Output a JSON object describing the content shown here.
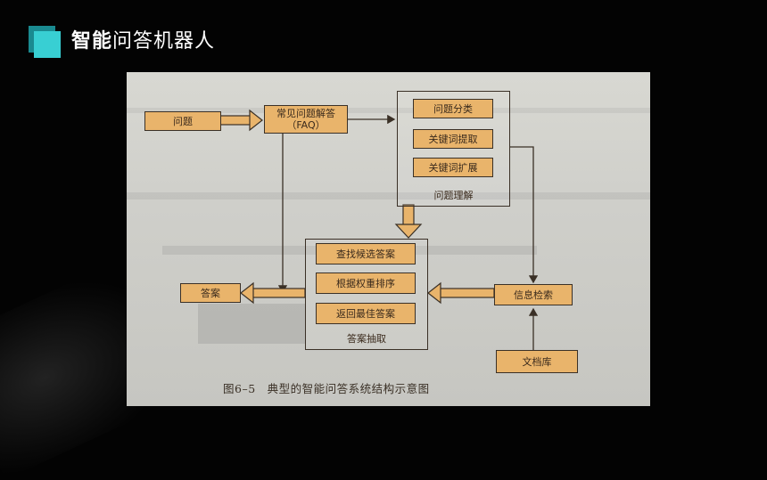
{
  "slide": {
    "title_bold": "智能",
    "title_rest": "问答机器人"
  },
  "diagram": {
    "question": "问题",
    "faq_line1": "常见问题解答",
    "faq_line2": "（FAQ）",
    "understanding": {
      "label": "问题理解",
      "items": [
        "问题分类",
        "关键词提取",
        "关键词扩展"
      ]
    },
    "extraction": {
      "label": "答案抽取",
      "items": [
        "查找候选答案",
        "根据权重排序",
        "返回最佳答案"
      ]
    },
    "answer": "答案",
    "retrieval": "信息检索",
    "docs": "文档库",
    "caption": "图6–5　典型的智能问答系统结构示意图"
  },
  "colors": {
    "accent": "#38cfd3",
    "box_fill": "#e9b46b",
    "photo_bg": "#d0d0cb"
  }
}
